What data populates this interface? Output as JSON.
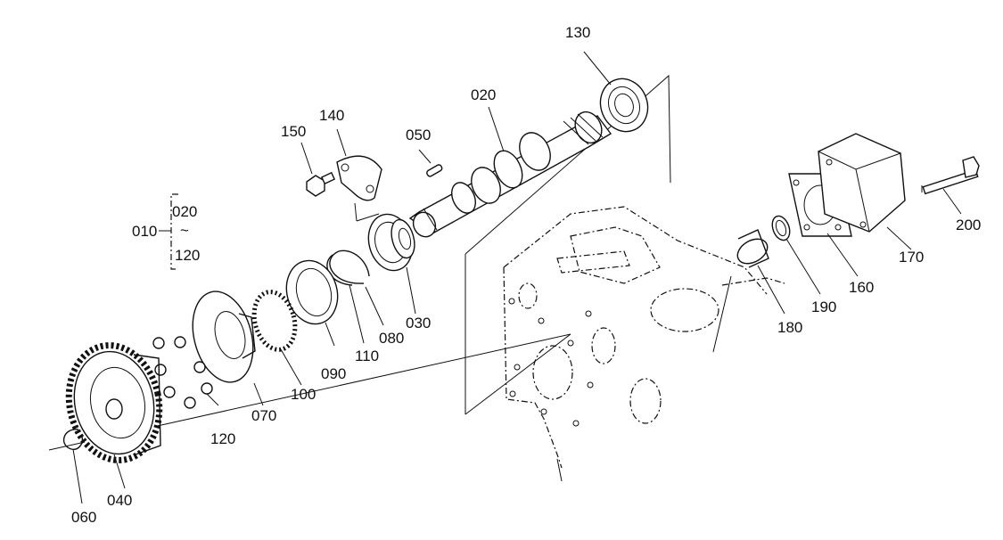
{
  "diagram": {
    "group": {
      "id": "010",
      "range_start": "020",
      "range_separator": "~",
      "range_end": "120"
    },
    "callouts": {
      "c020": "020",
      "c030": "030",
      "c040": "040",
      "c050": "050",
      "c060": "060",
      "c070": "070",
      "c080": "080",
      "c090": "090",
      "c100": "100",
      "c110": "110",
      "c120": "120",
      "c130": "130",
      "c140": "140",
      "c150": "150",
      "c160": "160",
      "c170": "170",
      "c180": "180",
      "c190": "190",
      "c200": "200"
    },
    "colors": {
      "line": "#111111",
      "background": "#ffffff"
    }
  }
}
